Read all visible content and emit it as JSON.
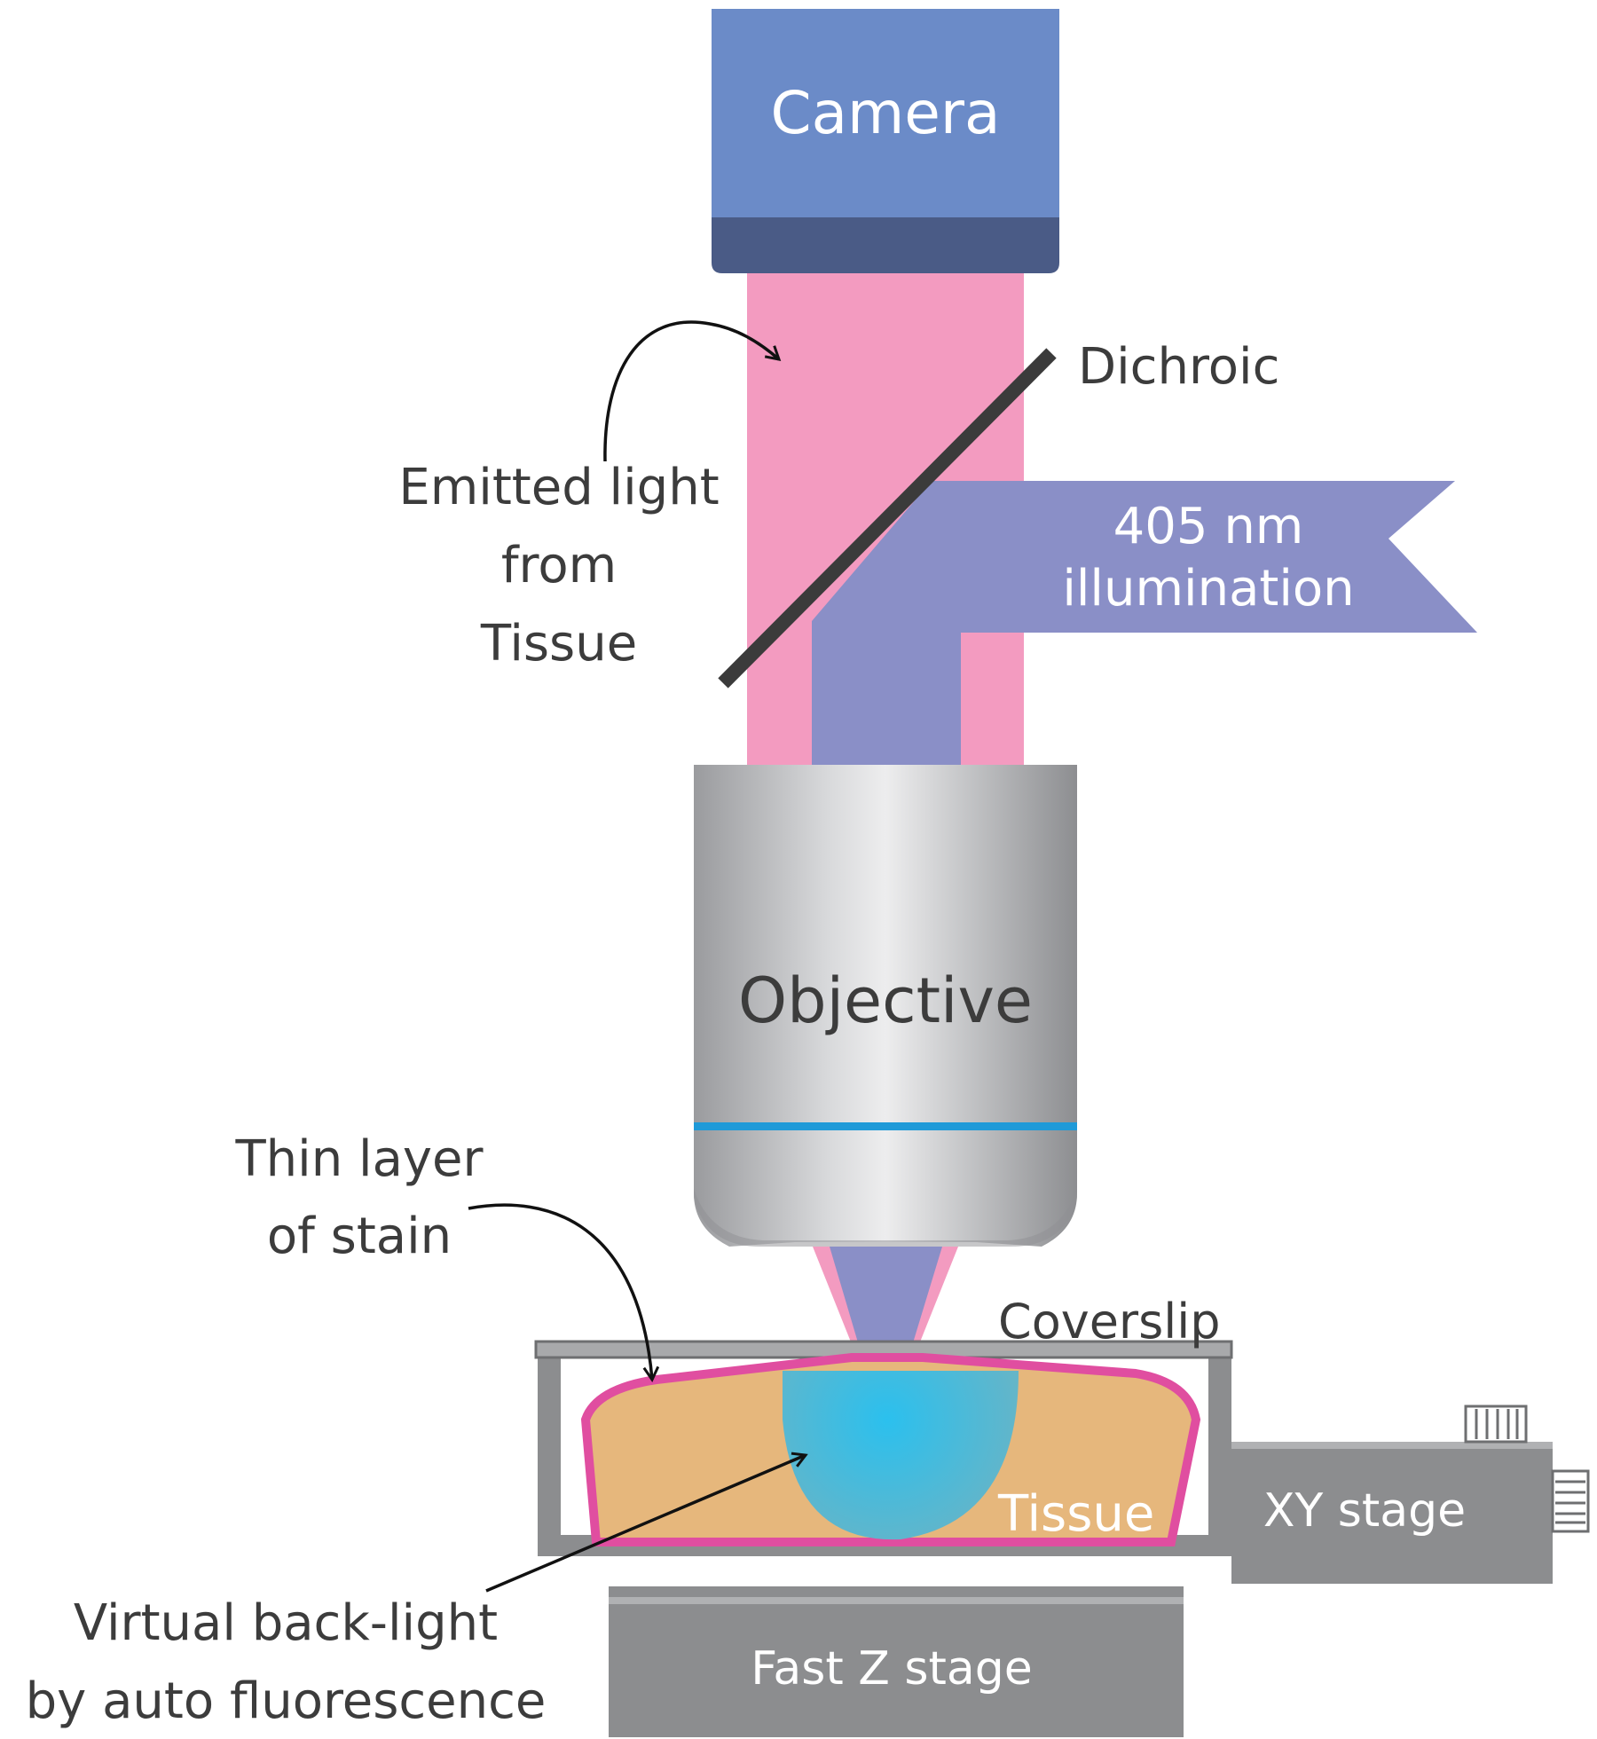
{
  "labels": {
    "camera": "Camera",
    "dichroic": "Dichroic",
    "illumination_line1": "405 nm",
    "illumination_line2": "illumination",
    "emitted_line1": "Emitted light",
    "emitted_line2": "from",
    "emitted_line3": "Tissue",
    "objective": "Objective",
    "stain_line1": "Thin layer",
    "stain_line2": "of stain",
    "coverslip": "Coverslip",
    "tissue": "Tissue",
    "xy_stage": "XY stage",
    "backlight_line1": "Virtual back-light",
    "backlight_line2": "by auto fluorescence",
    "z_stage": "Fast Z stage"
  },
  "colors": {
    "camera_body": "#6b8bc8",
    "camera_base": "#4a5b86",
    "emitted_light": "#f39bc0",
    "illumination": "#8a8fc7",
    "objective_band": "#1f9ad8",
    "tissue": "#e6b77c",
    "stain": "#e04ea0",
    "backlight": "#2bc0ee",
    "stage": "#8c8d8f",
    "label_text": "#3c3c3c"
  }
}
